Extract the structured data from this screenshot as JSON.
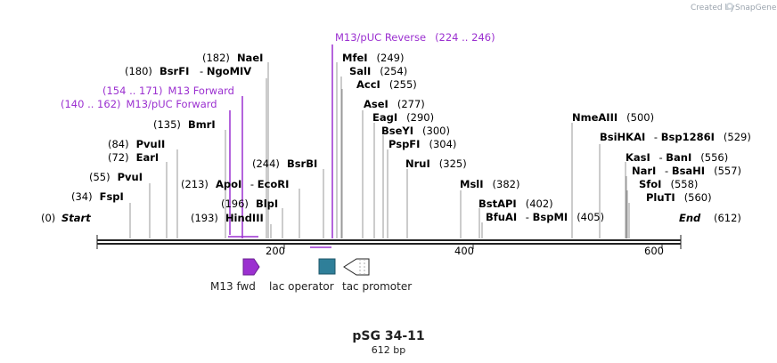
{
  "credit": {
    "text": "Created by",
    "brand": "SnapGene"
  },
  "title": "pSG 34-11",
  "subtitle": "612 bp",
  "axis_ticks": [
    "200",
    "400",
    "600"
  ],
  "ends": [
    {
      "pos": "(0)",
      "name": "Start"
    },
    {
      "name": "End",
      "pos": "(612)"
    }
  ],
  "primers": [
    {
      "name": "M13/pUC Reverse",
      "range": "(224 .. 246)"
    },
    {
      "range": "(154 .. 171)",
      "name": "M13 Forward"
    },
    {
      "range": "(140 .. 162)",
      "name": "M13/pUC Forward"
    }
  ],
  "sites_left": [
    {
      "pos": "(182)",
      "name": "NaeI"
    },
    {
      "pos": "(180)",
      "name": "BsrFI",
      "name2": "NgoMIV"
    },
    {
      "pos": "(135)",
      "name": "BmrI"
    },
    {
      "pos": "(84)",
      "name": "PvuII"
    },
    {
      "pos": "(72)",
      "name": "EarI"
    },
    {
      "pos": "(55)",
      "name": "PvuI"
    },
    {
      "pos": "(34)",
      "name": "FspI"
    },
    {
      "pos": "(244)",
      "name": "BsrBI"
    },
    {
      "pos": "(213)",
      "name": "ApoI",
      "name2": "EcoRI"
    },
    {
      "pos": "(196)",
      "name": "BlpI"
    },
    {
      "pos": "(193)",
      "name": "HindIII"
    }
  ],
  "sites_right": [
    {
      "name": "MfeI",
      "pos": "(249)"
    },
    {
      "name": "SalI",
      "pos": "(254)"
    },
    {
      "name": "AccI",
      "pos": "(255)"
    },
    {
      "name": "AseI",
      "pos": "(277)"
    },
    {
      "name": "EagI",
      "pos": "(290)"
    },
    {
      "name": "BseYI",
      "pos": "(300)"
    },
    {
      "name": "PspFI",
      "pos": "(304)"
    },
    {
      "name": "NruI",
      "pos": "(325)"
    },
    {
      "name": "MslI",
      "pos": "(382)"
    },
    {
      "name": "BstAPI",
      "pos": "(402)"
    },
    {
      "name": "BfuAI",
      "name2": "BspMI",
      "pos": "(405)"
    },
    {
      "name": "NmeAIII",
      "pos": "(500)"
    },
    {
      "name": "BsiHKAI",
      "name2": "Bsp1286I",
      "pos": "(529)"
    },
    {
      "name": "KasI",
      "name2": "BanI",
      "pos": "(556)"
    },
    {
      "name": "NarI",
      "name2": "BsaHI",
      "pos": "(557)"
    },
    {
      "name": "SfoI",
      "pos": "(558)"
    },
    {
      "name": "PluTI",
      "pos": "(560)"
    }
  ],
  "features": [
    {
      "name": "M13 fwd",
      "color": "#9b30d0"
    },
    {
      "name": "lac operator",
      "color": "#2f7f99"
    },
    {
      "name": "tac promoter",
      "color": "#ffffff"
    }
  ],
  "colors": {
    "primer": "#9b30d0",
    "backbone": "#222222",
    "leader": "#9a9a9a",
    "operator": "#2f7f99"
  }
}
